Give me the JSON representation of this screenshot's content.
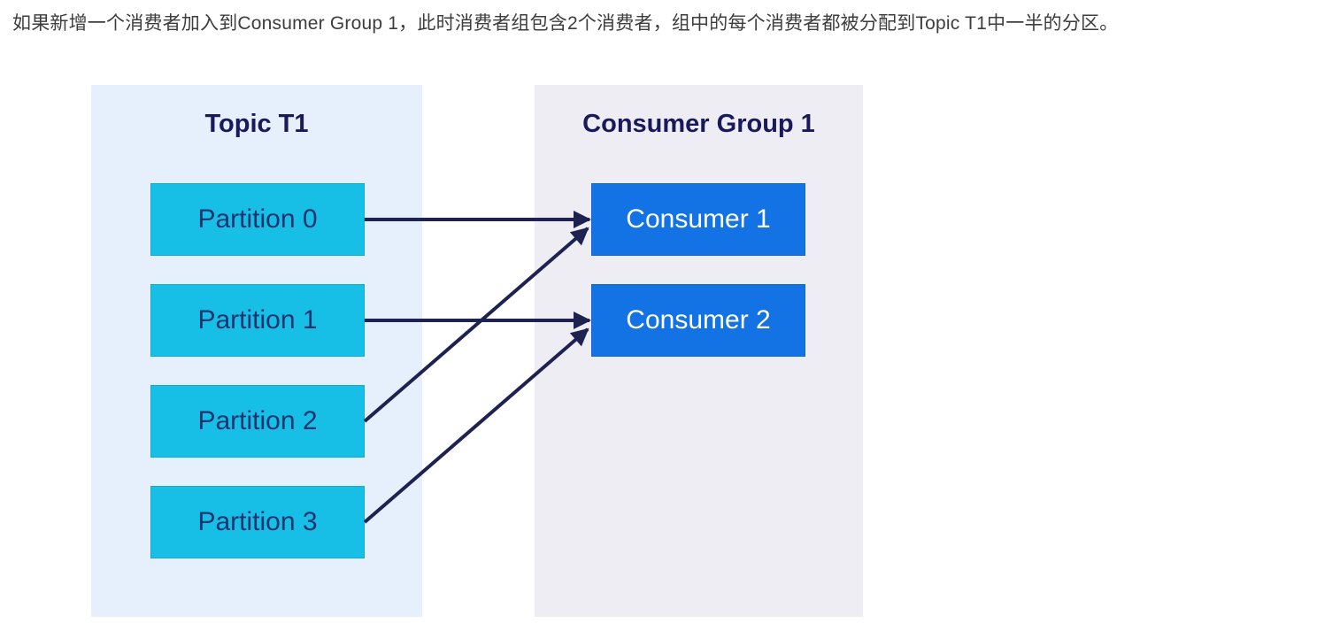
{
  "caption": "如果新增一个消费者加入到Consumer Group 1，此时消费者组包含2个消费者，组中的每个消费者都被分配到Topic T1中一半的分区。",
  "diagram": {
    "topic_panel": {
      "title": "Topic T1",
      "partitions": [
        "Partition 0",
        "Partition 1",
        "Partition 2",
        "Partition 3"
      ]
    },
    "consumer_panel": {
      "title": "Consumer Group 1",
      "consumers": [
        "Consumer 1",
        "Consumer 2"
      ]
    },
    "edges": [
      {
        "from": "Partition 0",
        "to": "Consumer 1"
      },
      {
        "from": "Partition 1",
        "to": "Consumer 2"
      },
      {
        "from": "Partition 2",
        "to": "Consumer 1"
      },
      {
        "from": "Partition 3",
        "to": "Consumer 2"
      }
    ],
    "colors": {
      "caption_text": "#3d3d3d",
      "topic_panel_bg": "#e6f0fd",
      "consumer_panel_bg": "#efedf4",
      "partition_fill": "#17bfe7",
      "partition_text": "#1a3470",
      "consumer_fill": "#1372e4",
      "consumer_text": "#ffffff",
      "title_text": "#181a5c",
      "arrow": "#1e2250"
    }
  }
}
